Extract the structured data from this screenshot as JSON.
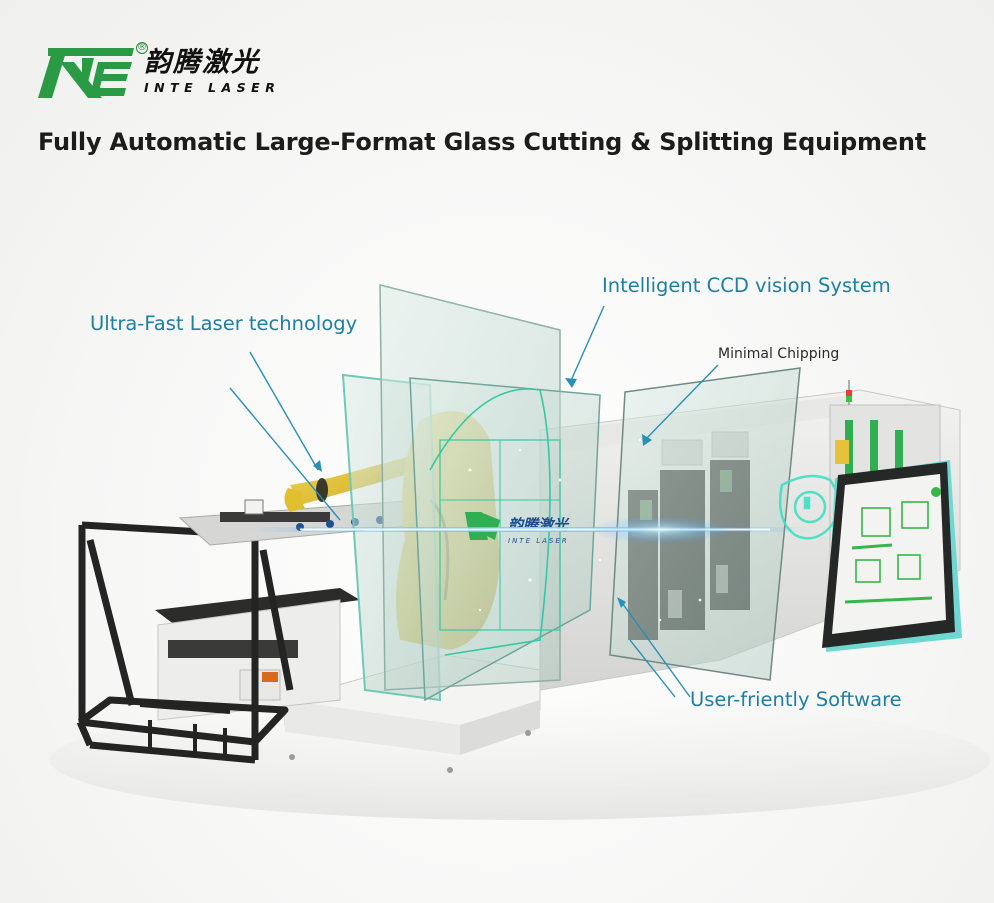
{
  "brand": {
    "logo_mark": "INTE",
    "registered_symbol": "®",
    "name_cn": "韵腾激光",
    "name_en": "INTE LASER",
    "color_green": "#2a9a44"
  },
  "header": {
    "title": "Fully Automatic Large-Format Glass Cutting & Splitting Equipment"
  },
  "callouts": [
    {
      "id": "laser",
      "label": "Ultra-Fast Laser technology"
    },
    {
      "id": "ccd",
      "label": "Intelligent CCD vision System"
    },
    {
      "id": "chipping",
      "label": "Minimal Chipping"
    },
    {
      "id": "software",
      "label": "User-friently Software"
    }
  ],
  "colors": {
    "callout_text": "#1e7fa3",
    "callout_line": "#2a8fb5",
    "robot_yellow": "#e9c43a",
    "glass_tint": "#cfe3dc",
    "glow_cyan": "#3fd8c0",
    "laser_blue": "#39a8ff",
    "frame_black": "#262626",
    "tablet_ui_green": "#3ab54a"
  },
  "tablet": {
    "status_light": "green",
    "tiles": 4
  },
  "machine_watermark": {
    "logo_mark": "INTE",
    "name_cn": "韵腾激光",
    "name_en": "INTE LASER"
  }
}
